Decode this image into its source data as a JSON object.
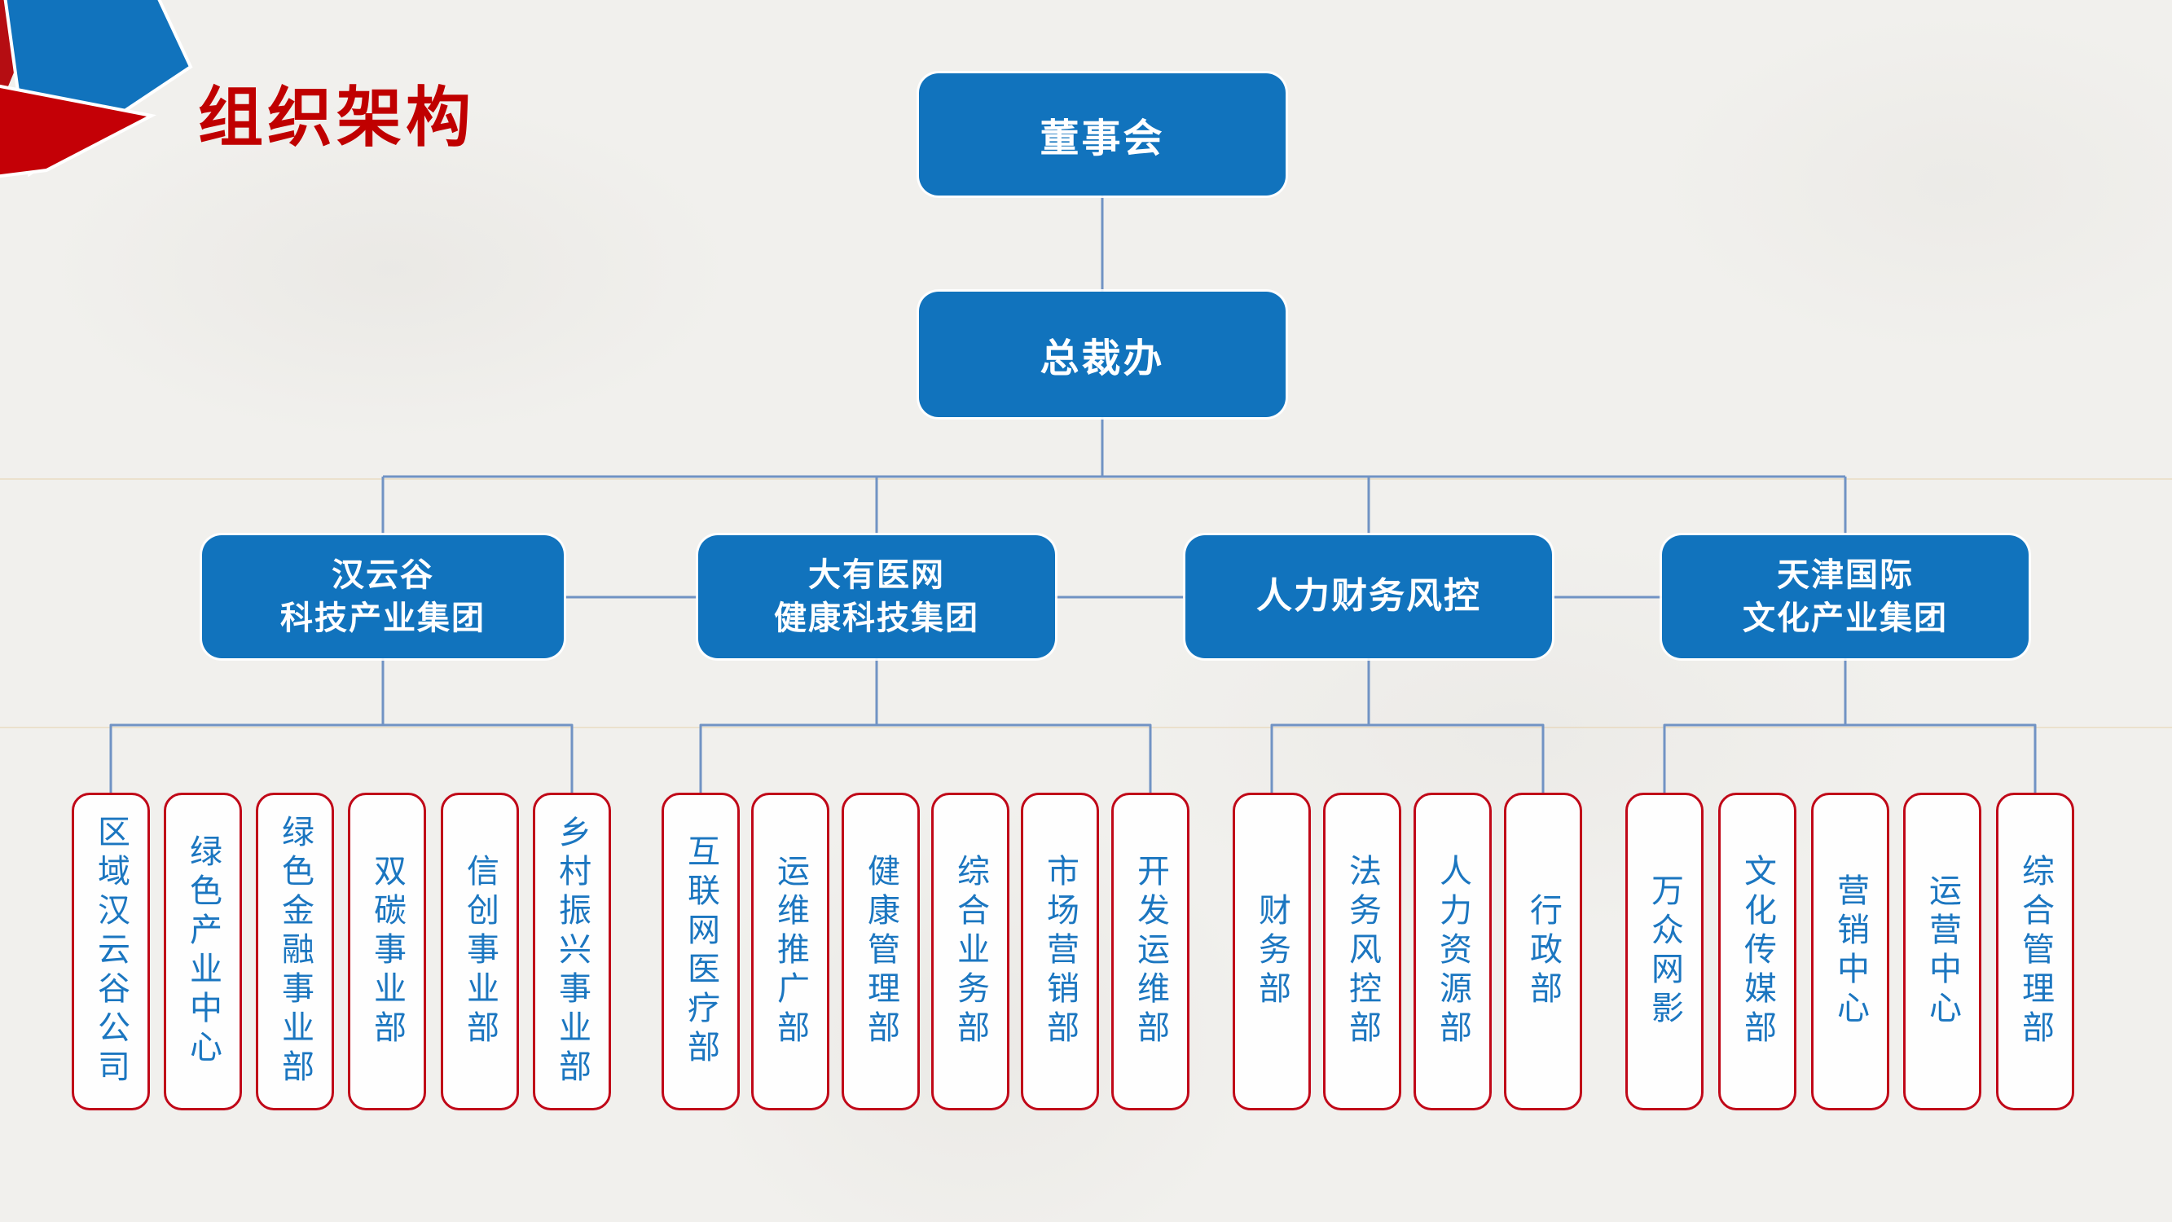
{
  "page": {
    "title": "组织架构"
  },
  "colors": {
    "node_blue": "#1173bd",
    "leaf_border_red": "#c00818",
    "leaf_text_blue": "#1b76c0",
    "title_red": "#c00000",
    "connector_blue": "#7193c4",
    "background": "#f1f0ed"
  },
  "tree": {
    "root": "董事会",
    "level2": "总裁办",
    "groups": [
      {
        "label": "汉云谷\n科技产业集团",
        "children": [
          "区域汉云谷公司",
          "绿色产业中心",
          "绿色金融事业部",
          "双碳事业部",
          "信创事业部",
          "乡村振兴事业部"
        ]
      },
      {
        "label": "大有医网\n健康科技集团",
        "children": [
          "互联网医疗部",
          "运维推广部",
          "健康管理部",
          "综合业务部",
          "市场营销部",
          "开发运维部"
        ]
      },
      {
        "label": "人力财务风控",
        "children": [
          "财务部",
          "法务风控部",
          "人力资源部",
          "行政部"
        ]
      },
      {
        "label": "天津国际\n文化产业集团",
        "children": [
          "万众网影",
          "文化传媒部",
          "营销中心",
          "运营中心",
          "综合管理部"
        ]
      }
    ]
  }
}
